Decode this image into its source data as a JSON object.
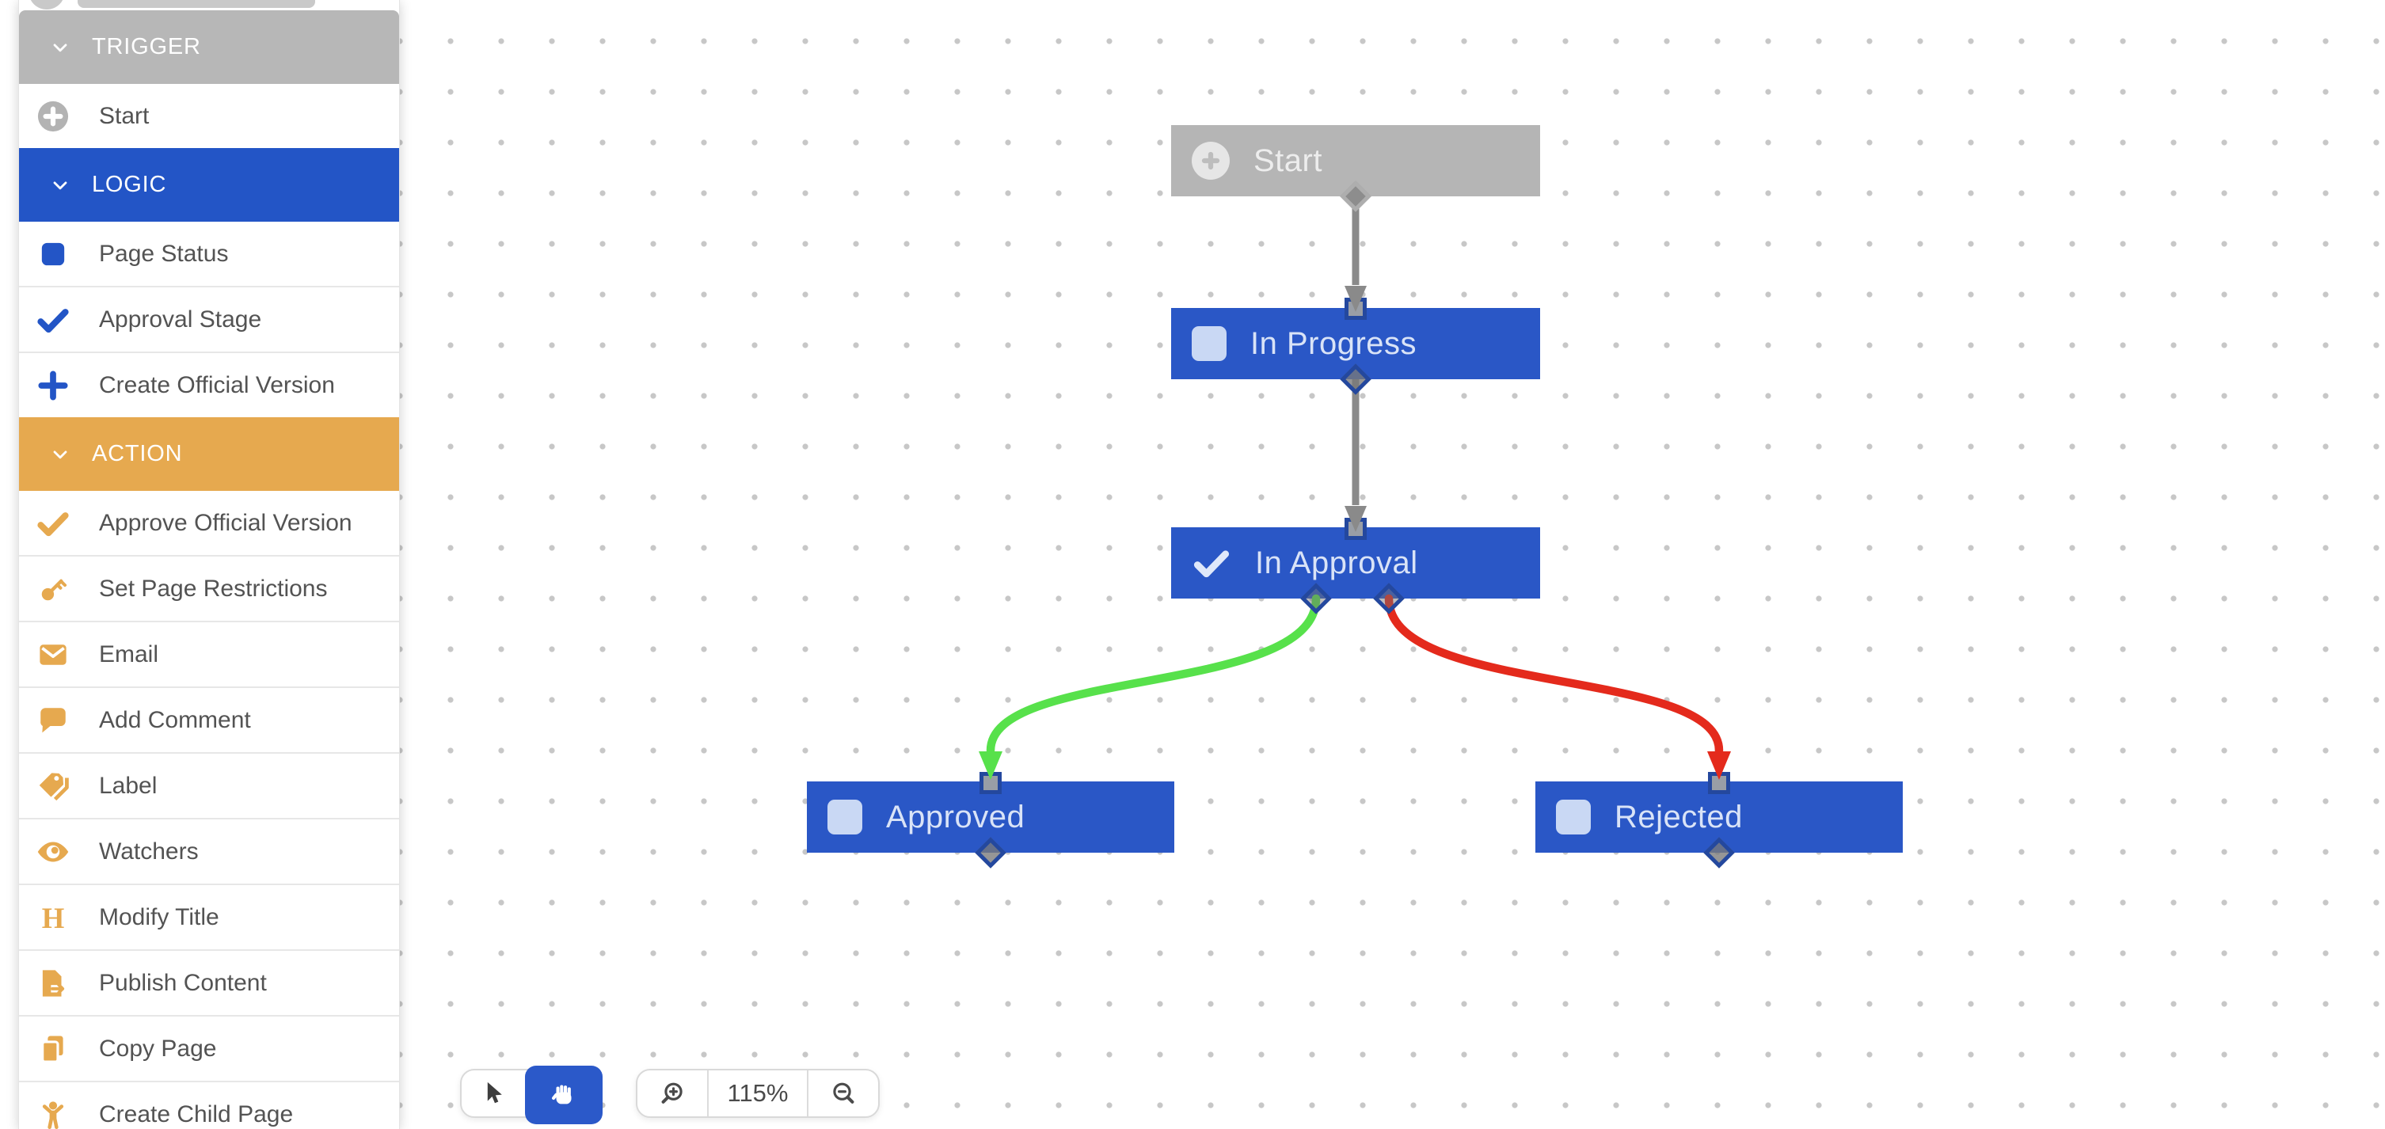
{
  "colors": {
    "trigger_gray": "#b7b7b7",
    "logic_blue": "#2355c6",
    "action_orange": "#e6a94f",
    "node_blue": "#2a57c6",
    "node_gray": "#b5b5b5",
    "edge_gray": "#8a8a8a",
    "edge_green": "#57e14b",
    "edge_red": "#e42a1c",
    "handle_border_blue": "#24489e",
    "active_tool_blue": "#2b59c9"
  },
  "sidebar": {
    "sections": [
      {
        "label": "TRIGGER",
        "items": [
          {
            "label": "Start",
            "icon": "plus-circle-icon"
          }
        ]
      },
      {
        "label": "LOGIC",
        "items": [
          {
            "label": "Page Status",
            "icon": "square-icon"
          },
          {
            "label": "Approval Stage",
            "icon": "check-icon"
          },
          {
            "label": "Create Official Version",
            "icon": "plus-icon"
          }
        ]
      },
      {
        "label": "ACTION",
        "items": [
          {
            "label": "Approve Official Version",
            "icon": "check-icon"
          },
          {
            "label": "Set Page Restrictions",
            "icon": "key-icon"
          },
          {
            "label": "Email",
            "icon": "envelope-icon"
          },
          {
            "label": "Add Comment",
            "icon": "comment-icon"
          },
          {
            "label": "Label",
            "icon": "tags-icon"
          },
          {
            "label": "Watchers",
            "icon": "eye-icon"
          },
          {
            "label": "Modify Title",
            "icon": "heading-icon"
          },
          {
            "label": "Publish Content",
            "icon": "publish-icon"
          },
          {
            "label": "Copy Page",
            "icon": "copy-icon"
          },
          {
            "label": "Create Child Page",
            "icon": "child-icon"
          }
        ]
      }
    ]
  },
  "canvas": {
    "nodes": [
      {
        "id": "start",
        "label": "Start",
        "kind": "trigger",
        "icon": "plus-circle-icon"
      },
      {
        "id": "in-progress",
        "label": "In Progress",
        "kind": "page-status",
        "icon": "square-icon"
      },
      {
        "id": "in-approval",
        "label": "In Approval",
        "kind": "approval-stage",
        "icon": "check-icon"
      },
      {
        "id": "approved",
        "label": "Approved",
        "kind": "page-status",
        "icon": "square-icon"
      },
      {
        "id": "rejected",
        "label": "Rejected",
        "kind": "page-status",
        "icon": "square-icon"
      }
    ],
    "edges": [
      {
        "from": "start",
        "to": "in-progress",
        "color": "gray"
      },
      {
        "from": "in-progress",
        "to": "in-approval",
        "color": "gray"
      },
      {
        "from": "in-approval",
        "to": "approved",
        "color": "green"
      },
      {
        "from": "in-approval",
        "to": "rejected",
        "color": "red"
      }
    ]
  },
  "toolbar": {
    "tools": [
      {
        "name": "select",
        "icon": "cursor-icon",
        "active": false
      },
      {
        "name": "pan",
        "icon": "hand-icon",
        "active": true
      }
    ],
    "zoom": {
      "level": "115%"
    }
  }
}
